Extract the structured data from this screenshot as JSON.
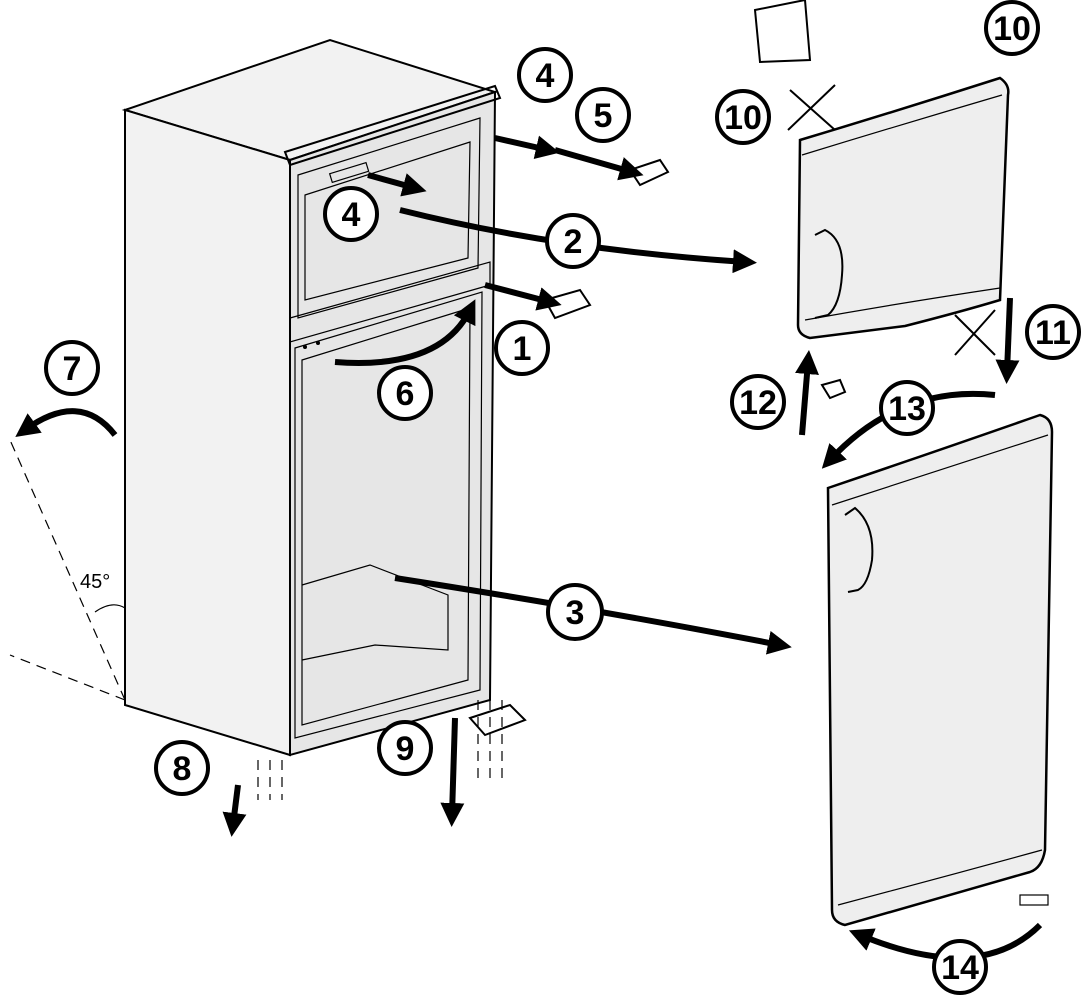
{
  "angle_label": "45°",
  "steps": {
    "s1": "1",
    "s2": "2",
    "s3": "3",
    "s4a": "4",
    "s4b": "4",
    "s5": "5",
    "s6": "6",
    "s7": "7",
    "s8": "8",
    "s9": "9",
    "s10a": "10",
    "s10b": "10",
    "s11": "11",
    "s12": "12",
    "s13": "13",
    "s14": "14"
  },
  "colors": {
    "ink": "#000000",
    "panel": "#f2f2f2",
    "door": "#eeeeee"
  }
}
